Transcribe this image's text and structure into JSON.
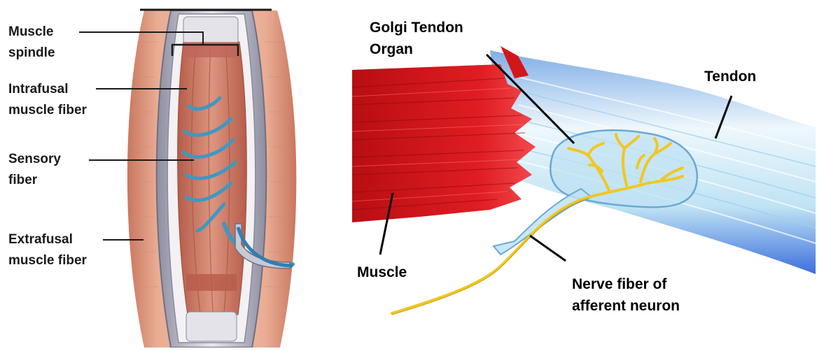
{
  "left_panel": {
    "labels": {
      "muscle_spindle": [
        "Muscle",
        "spindle"
      ],
      "intrafusal": [
        "Intrafusal",
        "muscle fiber"
      ],
      "sensory_fiber": [
        "Sensory",
        "fiber"
      ],
      "extrafusal": [
        "Extrafusal",
        "muscle fiber"
      ]
    }
  },
  "right_panel": {
    "labels": {
      "golgi_tendon_organ": [
        "Golgi Tendon",
        "Organ"
      ],
      "tendon": "Tendon",
      "muscle": "Muscle",
      "nerve_fiber": [
        "Nerve fiber of",
        "afferent neuron"
      ]
    }
  },
  "colors": {
    "outer_muscle": "#e3a087",
    "intrafusal_fiber": "#c97a66",
    "sensory_fiber": "#3f98c2",
    "capsule": "#c9c9d2",
    "red_muscle": "#d3161b",
    "tendon": "#d6ecf7",
    "nerve": "#f1c721"
  }
}
